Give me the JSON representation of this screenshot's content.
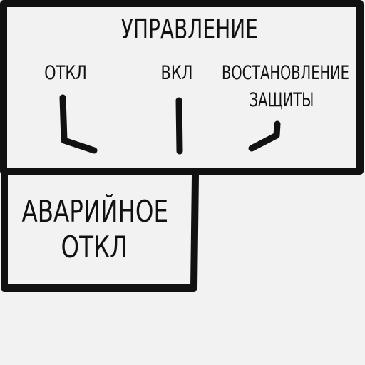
{
  "control_panel": {
    "title": "УПРАВЛЕНИЕ",
    "positions": [
      {
        "label": "ОТКЛ",
        "icon": "switch-position-off-icon"
      },
      {
        "label": "ВКЛ",
        "icon": "switch-position-on-icon"
      },
      {
        "label": "ВОСТАНОВЛЕНИЕ\nЗАЩИТЫ",
        "icon": "switch-position-restore-icon"
      }
    ]
  },
  "emergency_panel": {
    "label": "АВАРИЙНОЕ\nОТКЛ"
  },
  "colors": {
    "background": "#f2f2f2",
    "ink": "#111111"
  }
}
